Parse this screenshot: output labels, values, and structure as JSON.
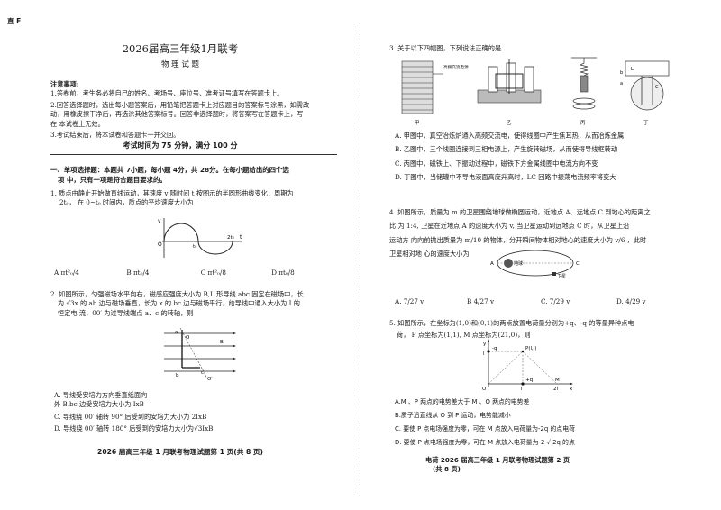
{
  "corner_mark": "直 F",
  "title": "2026届高三年级1月联考",
  "subtitle": "物 理 试 题",
  "notice": {
    "heading": "注意事项:",
    "items": [
      "1.答卷前，考生务必将自己的姓名、考场号、座位号、准考证号填写在答题卡上。",
      "2.回答选择题时，选出每小题答案后，用铅笔把答题卡上对应题目的答案标号涂黑，如需改",
      "动，用橡皮擦干净后，再选涂其他答案标号。回答非选择题时，将答案写在答题卡上，写",
      "在 本试卷上无效。",
      "3.考试结束后，将本试卷和答题卡一并交回。"
    ]
  },
  "time_score": "考试时间为 75 分钟，满分 100 分",
  "section1": {
    "line1": "一、单项选择题：本题共 7小题，每小题 4分，共 28分。在每小题给出的四个选",
    "line2": "项 中，只有一项是符合题目要求的。"
  },
  "q1": {
    "lines": [
      "1. 质点由静止开始做直线运动，其速度 v 随时间 t 按图示的半圆形曲线变化，周期为",
      "2t₀，  在 0~t₀ 时间内，质点的平均速度大小为"
    ],
    "fig_labels": {
      "v": "v",
      "O": "O",
      "t0": "t₀",
      "2t0": "2t₀",
      "t": "t"
    },
    "options": [
      "A  πt²₀/4",
      "B  πt₀/4",
      "C  πt²₀/8",
      "D  πt₀/8"
    ]
  },
  "q2": {
    "lines": [
      "2. 如图所示，匀强磁场水平向右，磁感应强度大小为 B,L 形导线 abc 固定在磁场中，长",
      "为 √3x 的  ab 边与磁场垂直，长为 x 的 bc 边与磁场平行，给导线中通入大小为  I  的",
      "恒定电  流，00′ 为过导线端点 a、c 的转轴，则"
    ],
    "fig_labels": {
      "a": "a",
      "b": "b",
      "c": "c",
      "O": "O",
      "O2": "O′",
      "B": "B"
    },
    "options": [
      "A. 导线受安培力方向垂直纸面向",
      "外 B.bc 边受安培力大小为 IxB",
      "C. 导线绕 00′ 轴转 90° 后受到的安培力大小为 2IxB",
      "D. 导线绕 00′ 轴转 180° 后受到的安培力大小为√3IxB"
    ]
  },
  "footer_left": "2026 届高三年级 1 月联考物理试题第 1 页(共 8 页)",
  "q3": {
    "stem": "3. 关于以下四幅图，下列说法正确的是",
    "fig_labels": {
      "hf": "高频交流电源",
      "jia": "甲",
      "yi": "乙",
      "bing": "丙",
      "ding": "丁",
      "b": "b",
      "a": "a",
      "L": "L",
      "C": "C"
    },
    "options": [
      "A. 甲图中，真空冶炼炉通入高频交流电，使得线圈中产生焦耳热，从而冶炼金属",
      "B. 乙图中，三个线圈连接到三相电源上，产生旋转磁场，从而使得导线框转动",
      "C. 丙图中，磁铁上、下振动过程中，磁铁下方金属线圈中电流方向不变",
      "D. 丁图中，当储罐中不导电液面高度升高时，LC 回路中振荡电流频率将变大"
    ]
  },
  "q4": {
    "lines": [
      "4. 如图所示，质量为 m 的卫星围绕地球做椭圆运动，近地点 A、远地点 C 到地心的距离之",
      "比 为 1:4, 卫星在近地点 A  的速度大小为 v, 当卫星运动到远地点 C 时，从卫星上沿",
      "运动方  向向前抛出质量为 m/10 的物体，分开瞬间物体相对地心的速度大小为 v/6 ，此时",
      "卫星相对地  心的速度大小为"
    ],
    "fig_labels": {
      "A": "A",
      "C": "C",
      "earth": "地球",
      "sat": "卫星"
    },
    "options": [
      "A. 7/27 v",
      "B  4/27 v",
      "C. 7/29 v",
      "D. 4/29 v"
    ]
  },
  "q5": {
    "lines": [
      "5. 如图所示，在坐标为(1,0)和(0,1)的两点放置电荷量分别为+q、-q 的等量异种点电",
      "荷，   P 点坐标为(1,1), M 点坐标为(21,0)，则"
    ],
    "fig_labels": {
      "y": "y",
      "minus_q": "-q",
      "P": "P(l,l)",
      "l": "l",
      "O": "O",
      "plus_q": "+q",
      "M": "M",
      "x": "x",
      "l2": "l",
      "2l": "2l"
    },
    "options": [
      "A.M 、P 两点的电势差大于 M 、O 两点的电势差",
      "B.质子沿直线从 O  到  P 运动，电势能减小",
      "C. 要使 P 点电场强度为零，可在 M 点放入电荷量为-2q 的点电荷",
      "D. 要使 P 点电场强度为零，可在 M 点放入电荷量为-2 √ 2q 的点"
    ],
    "d_cont": "电荷 2026 届高三年级 1 月联考物理试题第 2 页",
    "page_tail": "(共 8 页)"
  }
}
